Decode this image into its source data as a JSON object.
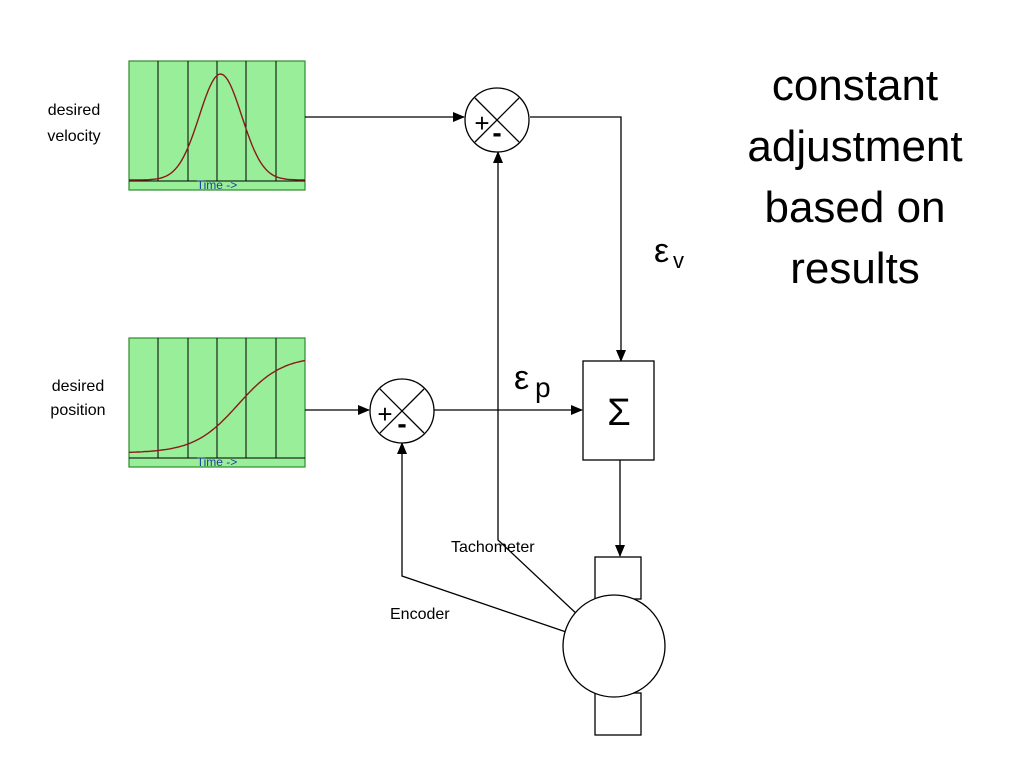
{
  "colors": {
    "plot_fill": "#99ee99",
    "plot_border": "#2e8b2e",
    "curve": "#8b1a1a",
    "axis_text": "#1f3f9f",
    "line": "#000000"
  },
  "velocity_profile": {
    "label_line1": "desired",
    "label_line2": "velocity",
    "axis_label": "Time ->",
    "curve_shape": "bell"
  },
  "position_profile": {
    "label_line1": "desired",
    "label_line2": "position",
    "axis_label": "Time ->",
    "curve_shape": "s-curve"
  },
  "velocity_junction": {
    "plus": "+",
    "minus": "-"
  },
  "position_junction": {
    "plus": "+",
    "minus": "-"
  },
  "error_velocity": {
    "symbol": "ε",
    "subscript": "v"
  },
  "error_position": {
    "symbol": "ε",
    "subscript": "p"
  },
  "summer": {
    "symbol": "Σ"
  },
  "sensors": {
    "tachometer": "Tachometer",
    "encoder": "Encoder"
  },
  "note": {
    "line1": "constant",
    "line2": "adjustment",
    "line3": "based on",
    "line4": "results"
  }
}
